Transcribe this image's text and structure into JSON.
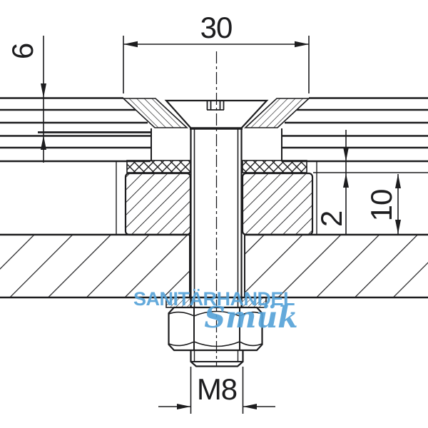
{
  "dims": {
    "head_width": "30",
    "glass_thickness": "6",
    "gasket_thickness": "2",
    "disc_height": "10",
    "thread_size": "M8"
  },
  "watermark": {
    "brand": "SANITÄRHANDEL",
    "script": "Smük",
    "color": "#57a3d8"
  },
  "style": {
    "line_color": "#1d1d1f",
    "background": "#ffffff"
  }
}
